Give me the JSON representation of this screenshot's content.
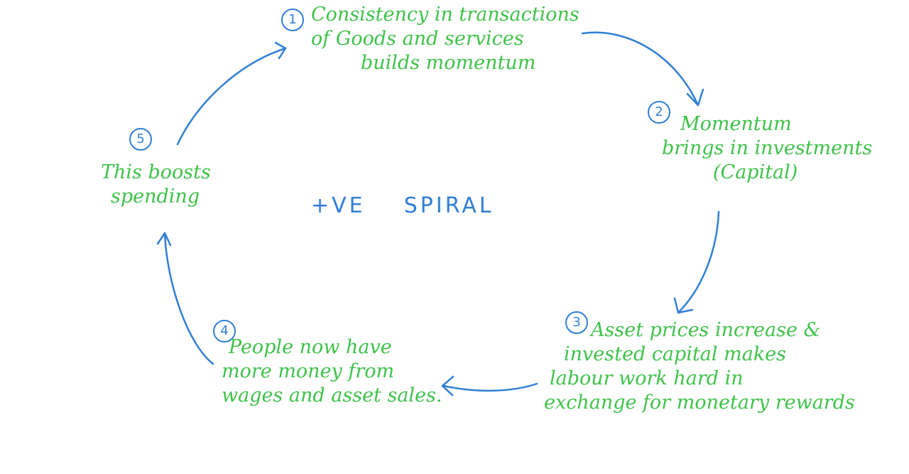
{
  "diagram": {
    "center_label": "+VE    SPIRAL",
    "colors": {
      "text": "#3fc24a",
      "arrow": "#2f7fd6"
    },
    "steps": [
      {
        "number": "1",
        "lines": [
          "Consistency in transactions",
          "of Goods and services",
          "builds momentum"
        ]
      },
      {
        "number": "2",
        "lines": [
          "Momentum",
          "brings in investments",
          "(Capital)"
        ]
      },
      {
        "number": "3",
        "lines": [
          "Asset prices increase &",
          "invested capital makes",
          "labour work hard in",
          "exchange for monetary rewards"
        ]
      },
      {
        "number": "4",
        "lines": [
          "People now have",
          "more money from",
          "wages and asset sales."
        ]
      },
      {
        "number": "5",
        "lines": [
          "This boosts",
          "spending"
        ]
      }
    ]
  }
}
